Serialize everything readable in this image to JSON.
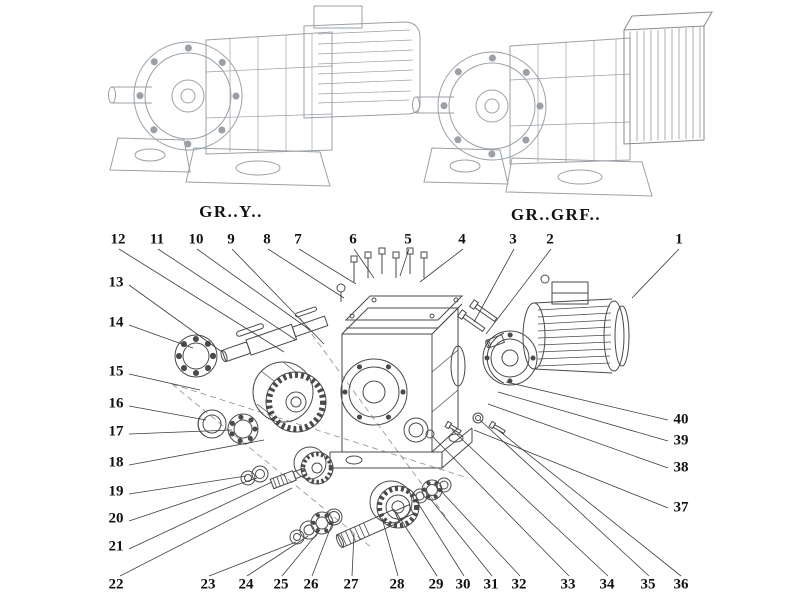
{
  "variants": {
    "left_label": "GR..Y..",
    "right_label": "GR..GRF.."
  },
  "callouts": {
    "1": "1",
    "2": "2",
    "3": "3",
    "4": "4",
    "5": "5",
    "6": "6",
    "7": "7",
    "8": "8",
    "9": "9",
    "10": "10",
    "11": "11",
    "12": "12",
    "13": "13",
    "14": "14",
    "15": "15",
    "16": "16",
    "17": "17",
    "18": "18",
    "19": "19",
    "20": "20",
    "21": "21",
    "22": "22",
    "23": "23",
    "24": "24",
    "25": "25",
    "26": "26",
    "27": "27",
    "28": "28",
    "29": "29",
    "30": "30",
    "31": "31",
    "32": "32",
    "33": "33",
    "34": "34",
    "35": "35",
    "36": "36",
    "37": "37",
    "38": "38",
    "39": "39",
    "40": "40"
  }
}
